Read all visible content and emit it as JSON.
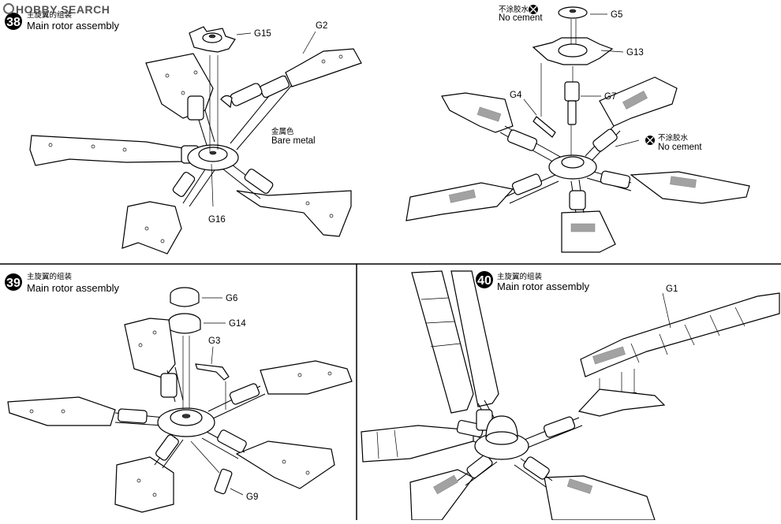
{
  "watermark": "HOBBY SEARCH",
  "steps": [
    {
      "number": "38",
      "title_cn": "主旋翼的组装",
      "title_en": "Main rotor assembly"
    },
    {
      "number": "39",
      "title_cn": "主旋翼的组装",
      "title_en": "Main rotor assembly"
    },
    {
      "number": "40",
      "title_cn": "主旋翼的组装",
      "title_en": "Main rotor assembly"
    }
  ],
  "parts": {
    "g1": "G1",
    "g2": "G2",
    "g3": "G3",
    "g4": "G4",
    "g5": "G5",
    "g6": "G6",
    "g7": "G7",
    "g9": "G9",
    "g13": "G13",
    "g14": "G14",
    "g15": "G15",
    "g16": "G16"
  },
  "notes": {
    "bare_metal_cn": "金属色",
    "bare_metal_en": "Bare metal",
    "no_cement_cn": "不涂胶水",
    "no_cement_en": "No cement"
  },
  "icons": {
    "no_cement_symbol": "no-cement-icon",
    "step_badge": "step-badge"
  }
}
